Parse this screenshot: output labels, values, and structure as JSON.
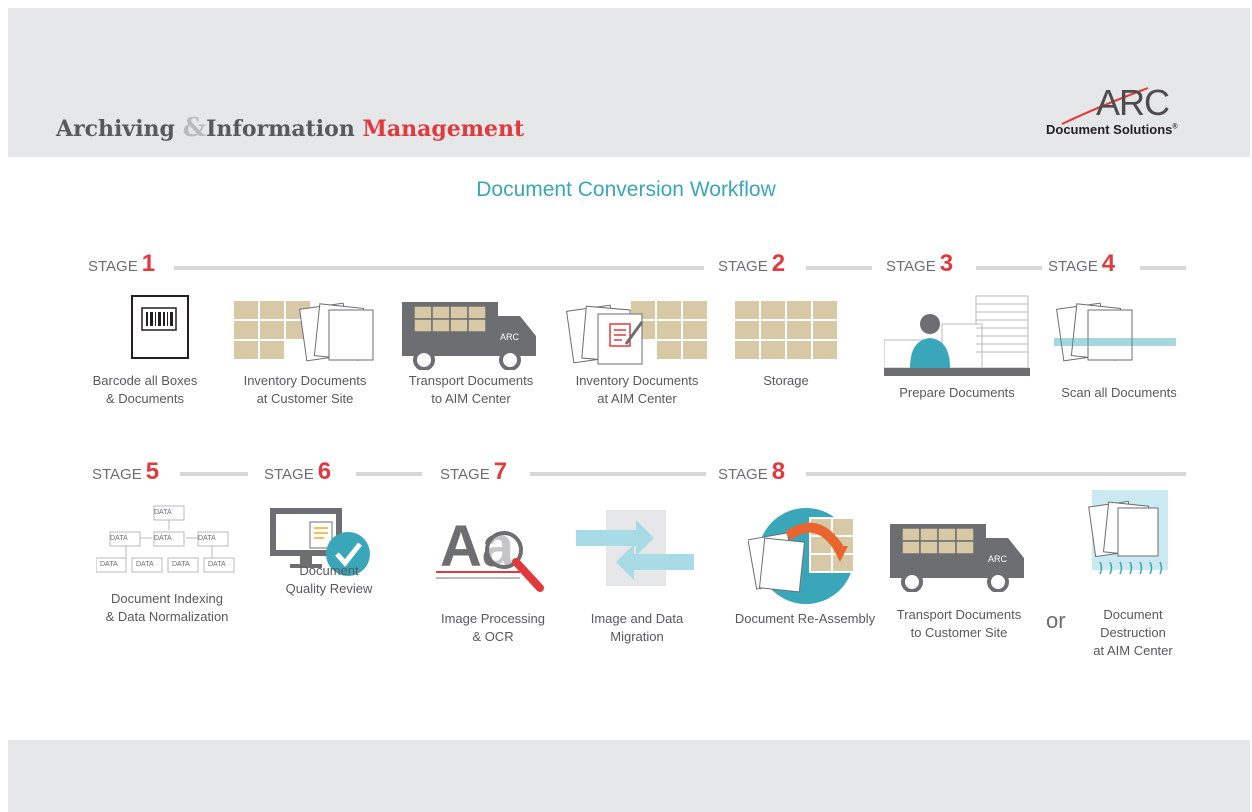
{
  "header": {
    "brand_part1": "Archiving",
    "brand_amp": "&",
    "brand_part2": "Information",
    "brand_part3": "Management",
    "logo_name": "ARC",
    "logo_sub": "Document Solutions"
  },
  "title": "Document Conversion Workflow",
  "stage_word": "STAGE",
  "stages": [
    "1",
    "2",
    "3",
    "4",
    "5",
    "6",
    "7",
    "8"
  ],
  "steps": {
    "barcode": [
      "Barcode all Boxes",
      "& Documents"
    ],
    "inventory_customer": [
      "Inventory Documents",
      "at Customer Site"
    ],
    "transport_aim": [
      "Transport Documents",
      "to AIM Center"
    ],
    "inventory_aim": [
      "Inventory Documents",
      "at AIM Center"
    ],
    "storage": [
      "Storage"
    ],
    "prepare": [
      "Prepare Documents"
    ],
    "scan": [
      "Scan all Documents"
    ],
    "indexing": [
      "Document Indexing",
      "& Data Normalization"
    ],
    "quality": [
      "Document",
      "Quality Review"
    ],
    "ocr": [
      "Image Processing",
      "& OCR"
    ],
    "migration": [
      "Image and Data",
      "Migration"
    ],
    "reassembly": [
      "Document Re-Assembly"
    ],
    "transport_customer": [
      "Transport Documents",
      "to Customer Site"
    ],
    "destruction": [
      "Document",
      "Destruction",
      "at AIM Center"
    ]
  },
  "or_text": "or",
  "data_label": "DATA",
  "truck_label": "ARC",
  "colors": {
    "accent_red": "#e03a3e",
    "teal": "#3aa6b9",
    "box": "#d8c9a6",
    "grey": "#6d6e71"
  }
}
